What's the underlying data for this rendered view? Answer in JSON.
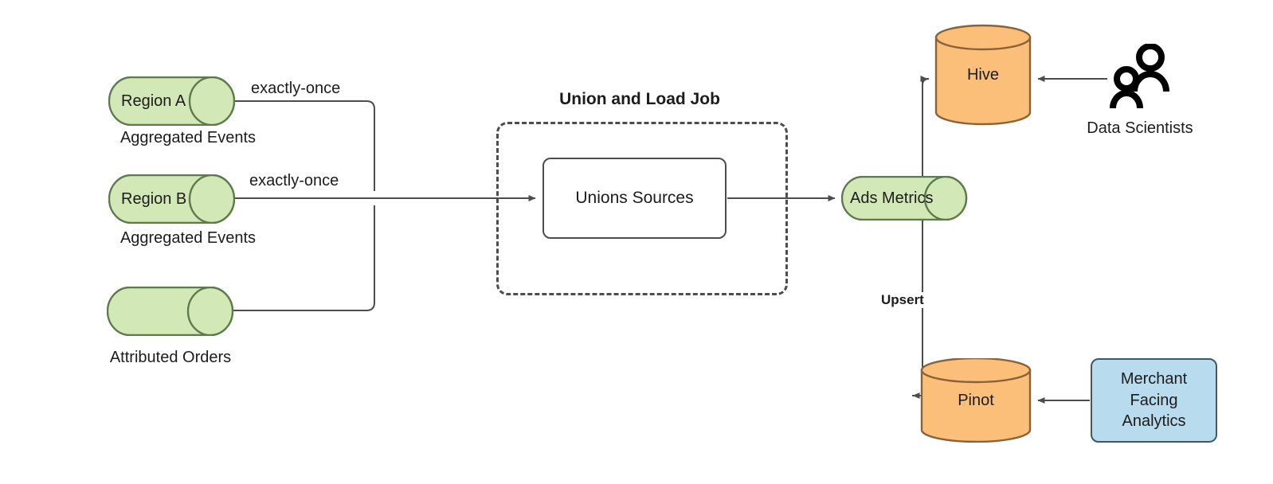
{
  "diagram": {
    "title_group": "Union and Load Job",
    "colors": {
      "green_fill": "#d3e8b7",
      "green_stroke": "#5d7a4e",
      "orange_fill": "#fcbf79",
      "orange_stroke": "#8a6239",
      "blue_fill": "#b8dcee",
      "blue_stroke": "#3c5a66",
      "edge_stroke": "#4d4d4d",
      "box_stroke": "#4d4d4d",
      "text": "#1c1c1c",
      "background": "#ffffff"
    },
    "sources": [
      {
        "id": "region-a",
        "label": "Region A",
        "caption": "Aggregated Events",
        "edge_label": "exactly-once"
      },
      {
        "id": "region-b",
        "label": "Region B",
        "caption": "Aggregated Events",
        "edge_label": "exactly-once"
      },
      {
        "id": "attributed-orders",
        "label": "",
        "caption": "Attributed Orders",
        "edge_label": ""
      }
    ],
    "job": {
      "title": "Union and Load Job",
      "process_label": "Unions Sources"
    },
    "sink": {
      "label": "Ads Metrics"
    },
    "stores": [
      {
        "id": "hive",
        "label": "Hive",
        "consumer": "Data Scientists",
        "edge_label": ""
      },
      {
        "id": "pinot",
        "label": "Pinot",
        "consumer": "Merchant\nFacing\nAnalytics",
        "edge_label": "Upsert"
      }
    ],
    "labels": {
      "exactly_once_a": "exactly-once",
      "exactly_once_b": "exactly-once",
      "upsert": "Upsert",
      "data_scientists": "Data Scientists",
      "merchant_line_1": "Merchant",
      "merchant_line_2": "Facing",
      "merchant_line_3": "Analytics",
      "aggregated_events_a": "Aggregated Events",
      "aggregated_events_b": "Aggregated Events",
      "attributed_orders": "Attributed Orders",
      "region_a": "Region A",
      "region_b": "Region B",
      "ads_metrics": "Ads Metrics",
      "unions_sources": "Unions Sources",
      "hive": "Hive",
      "pinot": "Pinot"
    }
  },
  "chart_data": {
    "type": "diagram",
    "title": "Union and Load Job data pipeline",
    "nodes": [
      {
        "id": "region-a",
        "label": "Region A",
        "shape": "cylinder-horizontal",
        "color": "#d3e8b7",
        "caption": "Aggregated Events"
      },
      {
        "id": "region-b",
        "label": "Region B",
        "shape": "cylinder-horizontal",
        "color": "#d3e8b7",
        "caption": "Aggregated Events"
      },
      {
        "id": "attributed-orders",
        "label": "",
        "shape": "cylinder-horizontal",
        "color": "#d3e8b7",
        "caption": "Attributed Orders"
      },
      {
        "id": "unions-sources",
        "label": "Unions Sources",
        "shape": "rounded-rect",
        "color": "#ffffff",
        "group": "Union and Load Job"
      },
      {
        "id": "ads-metrics",
        "label": "Ads Metrics",
        "shape": "cylinder-horizontal",
        "color": "#d3e8b7"
      },
      {
        "id": "hive",
        "label": "Hive",
        "shape": "cylinder-vertical",
        "color": "#fcbf79"
      },
      {
        "id": "pinot",
        "label": "Pinot",
        "shape": "cylinder-vertical",
        "color": "#fcbf79"
      },
      {
        "id": "data-scientists",
        "label": "Data Scientists",
        "shape": "actor",
        "color": "#000000"
      },
      {
        "id": "merchant-analytics",
        "label": "Merchant Facing Analytics",
        "shape": "rounded-rect",
        "color": "#b8dcee"
      }
    ],
    "edges": [
      {
        "from": "region-a",
        "to": "unions-sources",
        "label": "exactly-once"
      },
      {
        "from": "region-b",
        "to": "unions-sources",
        "label": "exactly-once"
      },
      {
        "from": "attributed-orders",
        "to": "unions-sources",
        "label": ""
      },
      {
        "from": "unions-sources",
        "to": "ads-metrics",
        "label": ""
      },
      {
        "from": "ads-metrics",
        "to": "hive",
        "label": ""
      },
      {
        "from": "ads-metrics",
        "to": "pinot",
        "label": "Upsert"
      },
      {
        "from": "data-scientists",
        "to": "hive",
        "label": ""
      },
      {
        "from": "merchant-analytics",
        "to": "pinot",
        "label": ""
      }
    ]
  }
}
